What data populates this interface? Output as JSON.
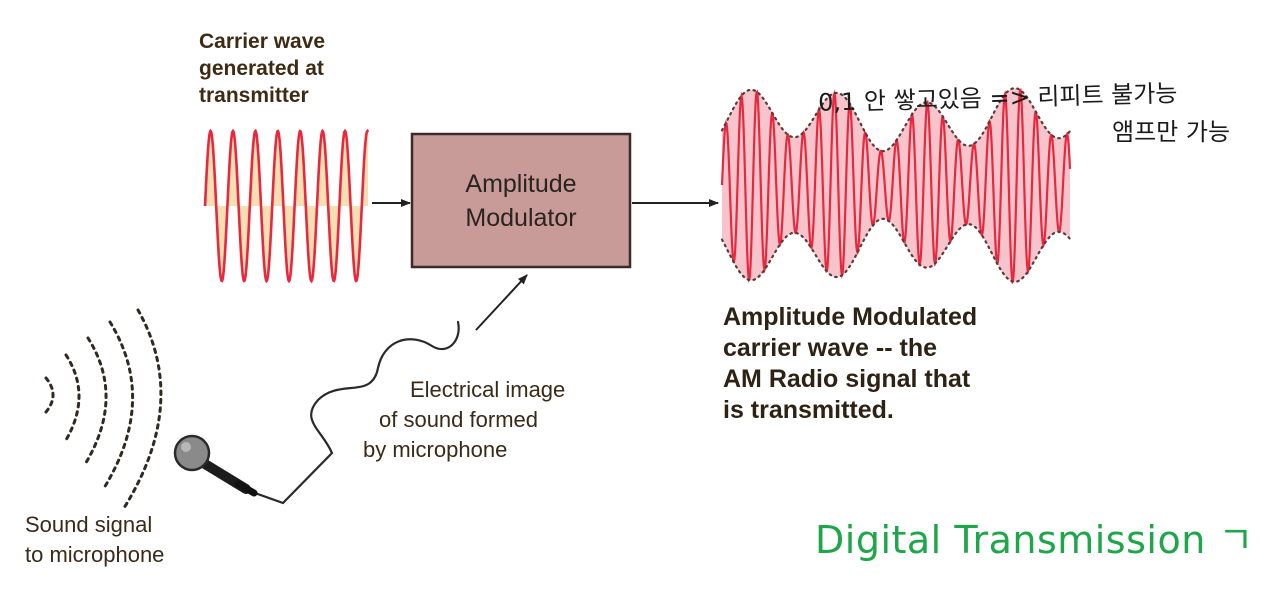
{
  "labels": {
    "carrier_wave": [
      "Carrier wave",
      "generated at",
      "transmitter"
    ],
    "modulator": [
      "Amplitude",
      "Modulator"
    ],
    "am_output": [
      "Amplitude Modulated",
      "carrier wave -- the",
      "AM Radio signal that",
      "is transmitted."
    ],
    "electrical_image": [
      "Electrical image",
      "of sound formed",
      "by microphone"
    ],
    "sound_signal": [
      "Sound signal",
      "to microphone"
    ]
  },
  "handwritten_notes": {
    "line1": "0,1 안 쌓고있음 => 리피트 불가능",
    "line2": "앰프만 가능"
  },
  "caption": "Digital Transmission ㄱ",
  "colors": {
    "wave_red": "#e8283e",
    "wave_fill": "#f7c4cb",
    "carrier_fill": "#f6dfb2",
    "box_fill": "#c89a98",
    "box_border": "#3b2a25",
    "caption_green": "#1fa64a"
  }
}
